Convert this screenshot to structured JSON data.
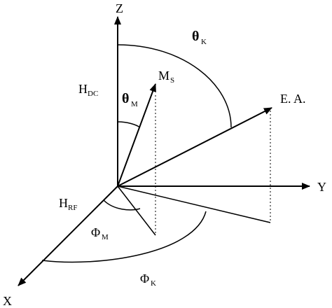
{
  "diagram": {
    "axes": {
      "z": "Z",
      "y": "Y",
      "x": "X"
    },
    "labels": {
      "h_dc": {
        "main": "H",
        "sub": "DC"
      },
      "h_rf": {
        "main": "H",
        "sub": "RF"
      },
      "m_s": {
        "main": "M",
        "sub": "S"
      },
      "easy_axis": "E. A.",
      "theta_k": {
        "main": "θ",
        "sub": "K"
      },
      "theta_m": {
        "main": "θ",
        "sub": "M"
      },
      "phi_m": {
        "main": "Φ",
        "sub": "M"
      },
      "phi_k": {
        "main": "Φ",
        "sub": "K"
      }
    },
    "colors": {
      "stroke": "#000000",
      "background": "#ffffff"
    }
  }
}
